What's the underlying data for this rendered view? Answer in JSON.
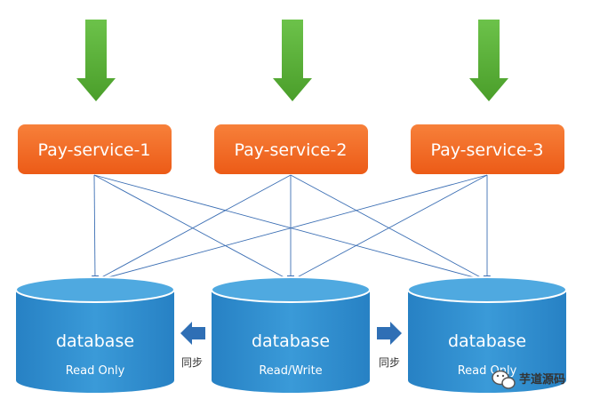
{
  "services": [
    {
      "id": "svc1",
      "label": "Pay-service-1"
    },
    {
      "id": "svc2",
      "label": "Pay-service-2"
    },
    {
      "id": "svc3",
      "label": "Pay-service-3"
    }
  ],
  "databases": [
    {
      "id": "db1",
      "label": "database",
      "mode": "Read Only"
    },
    {
      "id": "db2",
      "label": "database",
      "mode": "Read/Write"
    },
    {
      "id": "db3",
      "label": "database",
      "mode": "Read Only"
    }
  ],
  "sync": [
    {
      "label": "同步",
      "direction": "left"
    },
    {
      "label": "同步",
      "direction": "right"
    }
  ],
  "connections": [
    {
      "from": "svc1",
      "to": "db1"
    },
    {
      "from": "svc1",
      "to": "db2"
    },
    {
      "from": "svc1",
      "to": "db3"
    },
    {
      "from": "svc2",
      "to": "db1"
    },
    {
      "from": "svc2",
      "to": "db2"
    },
    {
      "from": "svc2",
      "to": "db3"
    },
    {
      "from": "svc3",
      "to": "db1"
    },
    {
      "from": "svc3",
      "to": "db2"
    },
    {
      "from": "svc3",
      "to": "db3"
    }
  ],
  "watermark": {
    "text": "芋道源码",
    "icon": "wechat-icon"
  },
  "colors": {
    "service_fill": "#f26522",
    "db_fill": "#2a8fd0",
    "db_top": "#5fb3e6",
    "arrow_green": "#58b234",
    "sync_arrow": "#2f6fb5",
    "connector": "#3c6fb4"
  }
}
